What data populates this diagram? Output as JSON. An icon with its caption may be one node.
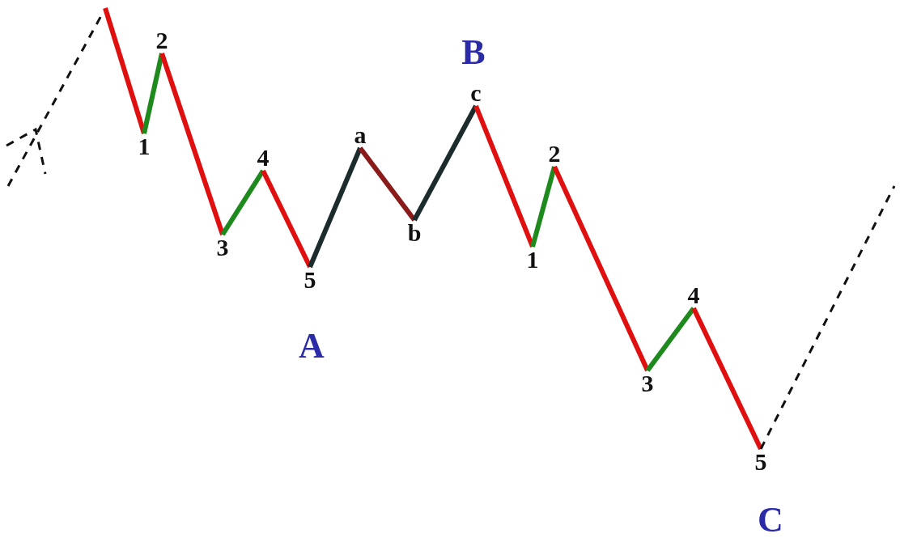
{
  "diagram": {
    "nodes": [
      {
        "text": [
          "1"
        ]
      },
      {
        "text": [
          "2"
        ]
      },
      {
        "text": [
          "3"
        ]
      },
      {
        "text": [
          "4"
        ]
      },
      {
        "text": [
          "5"
        ],
        "beside": [
          "A"
        ]
      },
      {
        "text": [
          "a"
        ]
      },
      {
        "text": [
          "b"
        ]
      },
      {
        "text": [
          "c"
        ],
        "beside": [
          "B"
        ]
      },
      {
        "text": [
          "1"
        ]
      },
      {
        "text": [
          "2"
        ]
      },
      {
        "text": [
          "3"
        ]
      },
      {
        "text": [
          "4"
        ]
      },
      {
        "text": [
          "5"
        ],
        "beside": [
          "C"
        ]
      }
    ],
    "edges": [
      {
        "from": null,
        "to": 0,
        "arrow": "none"
      },
      {
        "from": 0,
        "to": 1,
        "arrow": "none",
        "color": "#1e8a1e"
      },
      {
        "from": 1,
        "to": 2,
        "arrow": "none"
      },
      {
        "from": 2,
        "to": 3,
        "arrow": "none",
        "color": "#1e8a1e"
      },
      {
        "from": 3,
        "to": 4,
        "arrow": "none"
      },
      {
        "from": 4,
        "to": 5,
        "arrow": "none",
        "color": "#1c2b2b"
      },
      {
        "from": 5,
        "to": 6,
        "arrow": "none",
        "color": "#8b1a1a"
      },
      {
        "from": 6,
        "to": 7,
        "arrow": "none",
        "color": "#1c2b2b"
      },
      {
        "from": 7,
        "to": 8,
        "arrow": "none"
      },
      {
        "from": 8,
        "to": 9,
        "arrow": "none",
        "color": "#1e8a1e"
      },
      {
        "from": 9,
        "to": 10,
        "arrow": "none"
      },
      {
        "from": 10,
        "to": 11,
        "arrow": "none",
        "color": "#1e8a1e"
      },
      {
        "from": 11,
        "to": 12,
        "arrow": "none"
      },
      {
        "from": 12,
        "to": null,
        "arrow": "none",
        "style": "dashed",
        "color": "#111111"
      }
    ]
  }
}
